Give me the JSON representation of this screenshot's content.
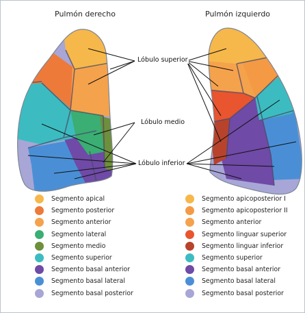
{
  "titles": {
    "right_lung": "Pulmón derecho",
    "left_lung": "Pulmón izquierdo"
  },
  "labels": {
    "upper_lobe": "Lóbulo superior",
    "middle_lobe": "Lóbulo medio",
    "lower_lobe": "Lóbulo inferior"
  },
  "legend_left": [
    {
      "label": "Segmento apical",
      "color": "#f6b84a"
    },
    {
      "label": "Segmento posterior",
      "color": "#ee7a3a"
    },
    {
      "label": "Segmento anterior",
      "color": "#f5a24c"
    },
    {
      "label": "Segmento lateral",
      "color": "#3aae73"
    },
    {
      "label": "Segmento medio",
      "color": "#6e8f3c"
    },
    {
      "label": "Segmento superior",
      "color": "#3cbcc0"
    },
    {
      "label": "Segmento basal anterior",
      "color": "#6f4aa6"
    },
    {
      "label": "Segmento basal lateral",
      "color": "#4a8fd6"
    },
    {
      "label": "Segmento basal posterior",
      "color": "#a8a6d6"
    }
  ],
  "legend_right": [
    {
      "label": "Segmento apicoposterior I",
      "color": "#f6b84a"
    },
    {
      "label": "Segmento apicoposterior II",
      "color": "#f59a44"
    },
    {
      "label": "Segmento anterior",
      "color": "#f5a24c"
    },
    {
      "label": "Segmento linguar superior",
      "color": "#e8552e"
    },
    {
      "label": "Segmento linguar inferior",
      "color": "#b8432c"
    },
    {
      "label": "Segmento superior",
      "color": "#3cbcc0"
    },
    {
      "label": "Segmento basal anterior",
      "color": "#6f4aa6"
    },
    {
      "label": "Segmento basal lateral",
      "color": "#4a8fd6"
    },
    {
      "label": "Segmento basal posterior",
      "color": "#a8a6d6"
    }
  ]
}
